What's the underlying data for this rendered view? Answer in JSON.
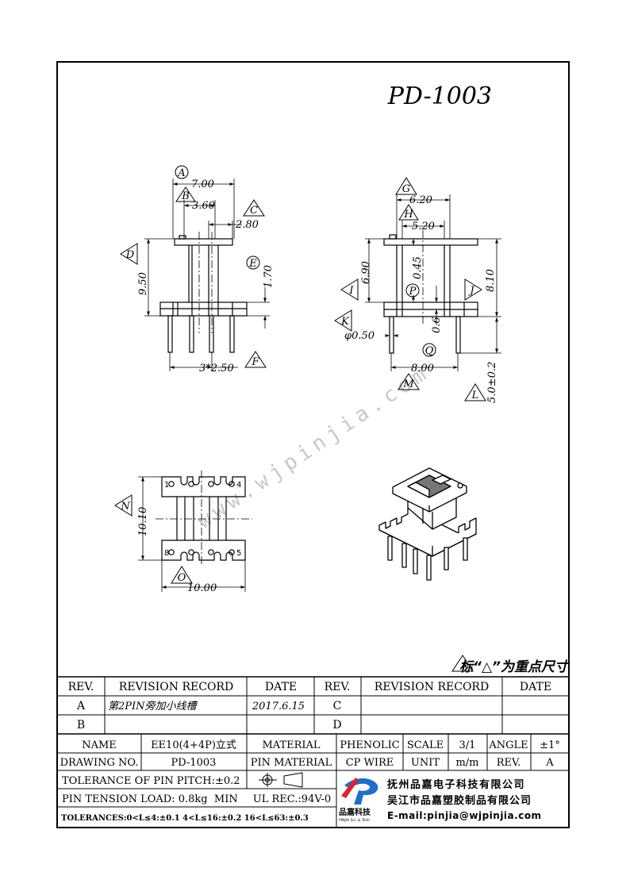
{
  "drawing_title": "PD-1003",
  "watermark": "www.wjpinjia.com",
  "key_dimension_note": "标“△”为重点尺寸",
  "dimensions": {
    "A": "7.00",
    "B": "3.60",
    "C": "2.80",
    "D": "9.50",
    "E": "1.70",
    "F": "3*2.50",
    "G": "6.20",
    "H": "5.20",
    "I": "6.90",
    "J": "8.10",
    "K": "φ0.50",
    "L": "5.0±0.2",
    "M": "8.00",
    "N": "10.10",
    "O": "10.00",
    "P": "0.45",
    "Q": "0.6"
  },
  "tags": [
    "A",
    "B",
    "C",
    "D",
    "E",
    "F",
    "G",
    "H",
    "I",
    "J",
    "K",
    "L",
    "M",
    "N",
    "O",
    "P",
    "Q"
  ],
  "pin_labels": {
    "p1": "1",
    "p4": "4",
    "p8": "8",
    "p5": "5"
  },
  "revision_table": {
    "headers": [
      "REV.",
      "REVISION RECORD",
      "DATE",
      "REV.",
      "REVISION RECORD",
      "DATE"
    ],
    "rows": [
      [
        "A",
        "第2PIN旁加小线槽",
        "2017.6.15",
        "C",
        "",
        ""
      ],
      [
        "B",
        "",
        "",
        "D",
        "",
        ""
      ]
    ]
  },
  "title_block": {
    "name_label": "NAME",
    "name_value": "EE10(4+4P)立式",
    "material_label": "MATERIAL",
    "material_value": "PHENOLIC",
    "scale_label": "SCALE",
    "scale_value": "3/1",
    "angle_label": "ANGLE",
    "angle_value": "±1°",
    "drawing_no_label": "DRAWING NO.",
    "drawing_no_value": "PD-1003",
    "pin_material_label": "PIN MATERIAL",
    "pin_material_value": "CP WIRE",
    "unit_label": "UNIT",
    "unit_value": "m/m",
    "rev_label": "REV.",
    "rev_value": "A",
    "tolerance_pitch": "TOLERANCE OF PIN PITCH:±0.2",
    "pin_tension": "PIN TENSION LOAD: 0.8kg  MIN",
    "ul_rec": "UL REC.:94V-0",
    "tolerances": "TOLERANCES:0<L≤4:±0.1 4<L≤16:±0.2 16<L≤63:±0.3",
    "company_1": "抚州品嘉电子科技有限公司",
    "company_2": "吴江市品嘉塑胶制品有限公司",
    "email": "E-mail:pinjia@wjpinjia.com",
    "logo_text": "品嘉科技",
    "logo_subtext": "PINJIA Sci. & Tech"
  },
  "colors": {
    "line": "#000000",
    "watermark": "#c8c8c8",
    "logo_red": "#d8262c",
    "logo_blue": "#1f6fc4"
  }
}
